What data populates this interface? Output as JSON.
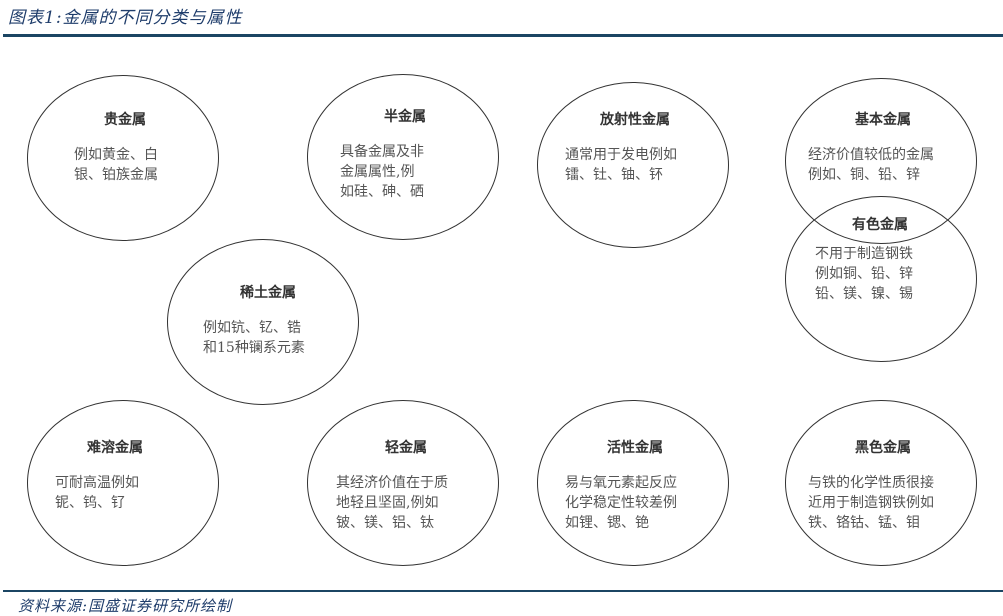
{
  "header": {
    "title": "图表1:金属的不同分类与属性"
  },
  "footer": {
    "source": "资料来源:国盛证券研究所绘制"
  },
  "diagram": {
    "nodes": [
      {
        "id": "precious",
        "name": "贵金属",
        "desc": [
          "例如黄金、白",
          "银、铂族金属"
        ]
      },
      {
        "id": "metalloid",
        "name": "半金属",
        "desc": [
          "具备金属及非",
          "金属属性,例",
          "如硅、砷、硒"
        ]
      },
      {
        "id": "radioactive",
        "name": "放射性金属",
        "desc": [
          "通常用于发电例如",
          "镭、钍、铀、钚"
        ]
      },
      {
        "id": "base",
        "name": "基本金属",
        "desc": [
          "经济价值较低的金属",
          "例如、铜、铅、锌"
        ]
      },
      {
        "id": "nonferrous",
        "name": "有色金属",
        "desc": [
          "不用于制造钢铁",
          "例如铜、铅、锌",
          "铅、镁、镍、锡"
        ]
      },
      {
        "id": "rare_earth",
        "name": "稀土金属",
        "desc": [
          "例如钪、钇、锆",
          "和15种镧系元素"
        ]
      },
      {
        "id": "refractory",
        "name": "难溶金属",
        "desc": [
          "可耐高温例如",
          "铌、钨、钌"
        ]
      },
      {
        "id": "light",
        "name": "轻金属",
        "desc": [
          "其经济价值在于质",
          "地轻且坚固,例如",
          "铍、镁、铝、钛"
        ]
      },
      {
        "id": "active",
        "name": "活性金属",
        "desc": [
          "易与氧元素起反应",
          "化学稳定性较差例",
          "如锂、锶、铯"
        ]
      },
      {
        "id": "ferrous",
        "name": "黑色金属",
        "desc": [
          "与铁的化学性质很接",
          "近用于制造钢铁例如",
          "铁、铬钴、锰、钼"
        ]
      }
    ],
    "overlaps": [
      [
        "base",
        "nonferrous"
      ]
    ]
  },
  "colors": {
    "rule": "#1b4563",
    "title_text": "#1f3d6b",
    "outline": "#333333"
  }
}
